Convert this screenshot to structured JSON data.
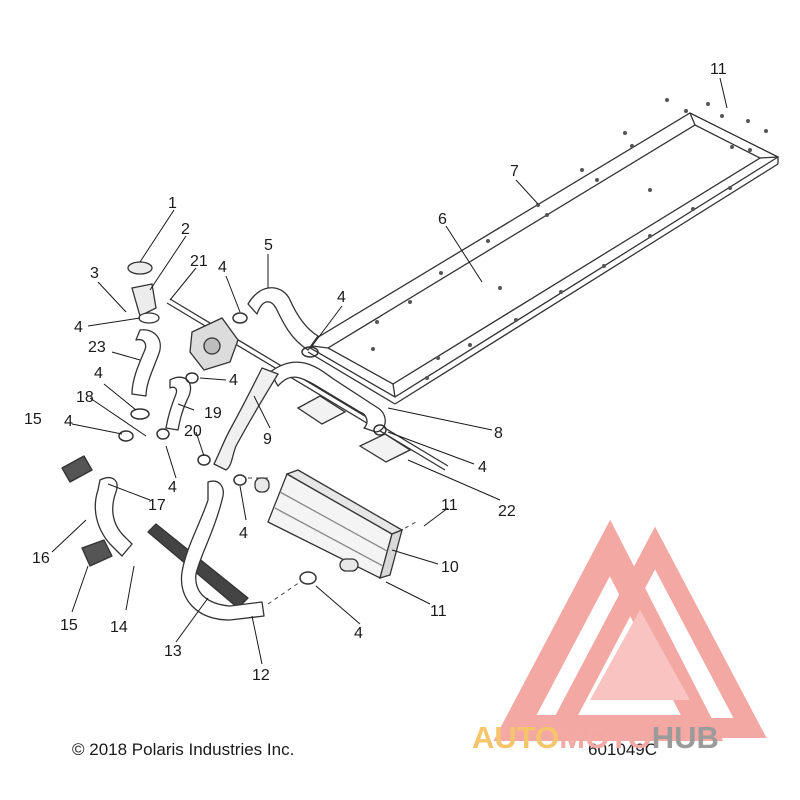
{
  "callouts": [
    "1",
    "2",
    "3",
    "4",
    "5",
    "6",
    "7",
    "8",
    "9",
    "10",
    "11",
    "12",
    "13",
    "14",
    "15",
    "16",
    "17",
    "18",
    "19",
    "20",
    "21",
    "22",
    "23"
  ],
  "copyright": "© 2018 Polaris Industries Inc.",
  "part_number": "601049C",
  "watermark": {
    "part_a": "AUTO",
    "part_b": "MOTO",
    "part_c": "HUB",
    "colors": {
      "auto": "#f6c56b",
      "moto": "#f3a9a4",
      "hub": "#9b9b9b",
      "logo": "#f08c86"
    }
  }
}
